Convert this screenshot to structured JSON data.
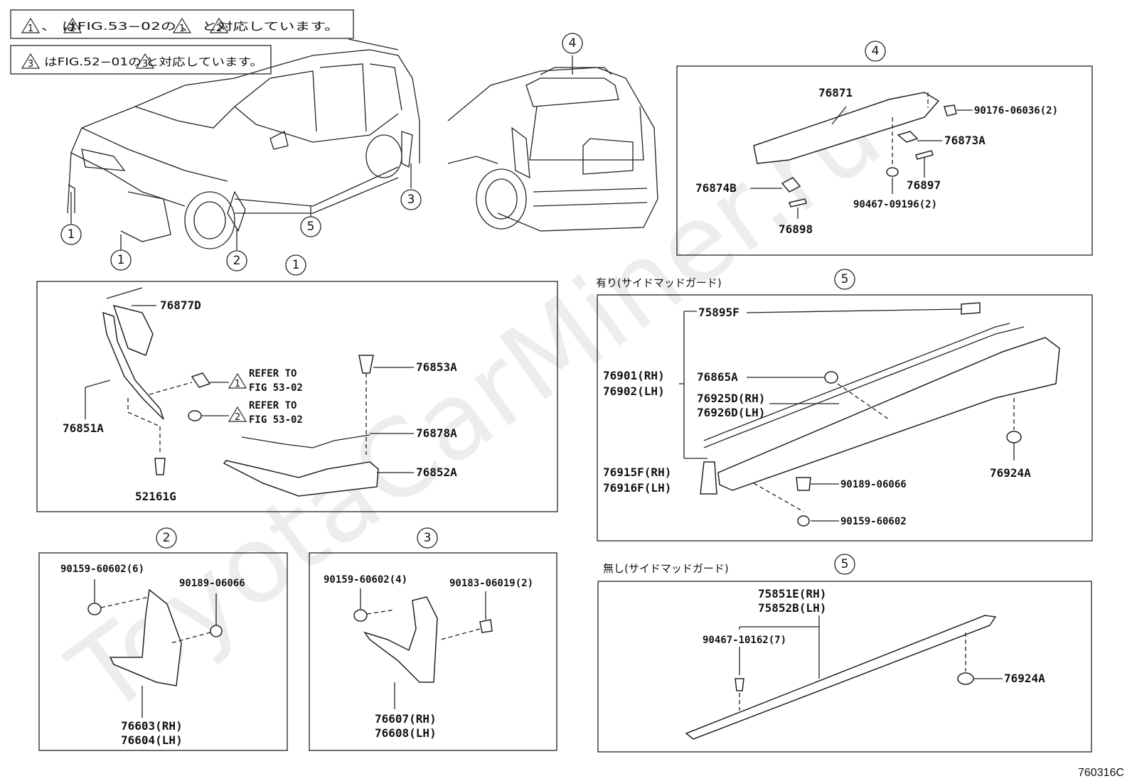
{
  "notes": {
    "note1": "、 はFIG.53−02の 、 と対応しています。",
    "note2": "はFIG.52−01の と対応しています。"
  },
  "watermark": "ToyotaCarMiner.ru",
  "figure_code": "760316C",
  "callout_numbers": [
    "1",
    "2",
    "3",
    "4",
    "5"
  ],
  "sections": {
    "s4": {
      "number": "4",
      "parts": {
        "p76871": "76871",
        "p90176": "90176-06036(2)",
        "p76873A": "76873A",
        "p76874B": "76874B",
        "p76897": "76897",
        "p90467": "90467-09196(2)",
        "p76898": "76898"
      }
    },
    "s1": {
      "number": "1",
      "parts": {
        "p76877D": "76877D",
        "p76853A": "76853A",
        "p76851A": "76851A",
        "p76878A": "76878A",
        "p76852A": "76852A",
        "p52161G": "52161G"
      },
      "refer1a": "REFER TO",
      "refer1b": "FIG 53-02",
      "refer2a": "REFER TO",
      "refer2b": "FIG 53-02"
    },
    "s5a": {
      "number": "5",
      "caption": "有り(サイドマッドガード)",
      "parts": {
        "p75895F": "75895F",
        "p76901": "76901(RH)",
        "p76902": "76902(LH)",
        "p76865A": "76865A",
        "p76925D": "76925D(RH)",
        "p76926D": "76926D(LH)",
        "p76915F": "76915F(RH)",
        "p76916F": "76916F(LH)",
        "p90189": "90189-06066",
        "p90159": "90159-60602",
        "p76924A": "76924A"
      }
    },
    "s2": {
      "number": "2",
      "parts": {
        "p90159": "90159-60602(6)",
        "p90189": "90189-06066",
        "p76603": "76603(RH)",
        "p76604": "76604(LH)"
      }
    },
    "s3": {
      "number": "3",
      "parts": {
        "p90159": "90159-60602(4)",
        "p90183": "90183-06019(2)",
        "p76607": "76607(RH)",
        "p76608": "76608(LH)"
      }
    },
    "s5b": {
      "number": "5",
      "caption": "無し(サイドマッドガード)",
      "parts": {
        "p75851E": "75851E(RH)",
        "p75852B": "75852B(LH)",
        "p90467": "90467-10162(7)",
        "p76924A": "76924A"
      }
    }
  }
}
